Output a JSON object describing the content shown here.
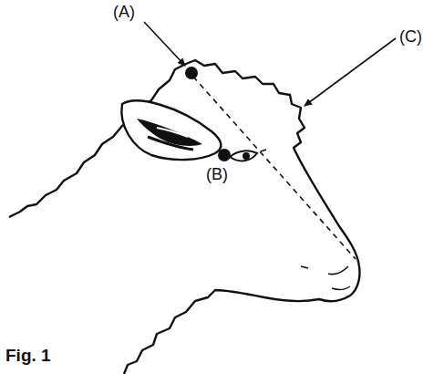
{
  "diagram": {
    "caption": "Fig. 1",
    "labels": [
      "(A)",
      "(B)",
      "(C)"
    ]
  }
}
